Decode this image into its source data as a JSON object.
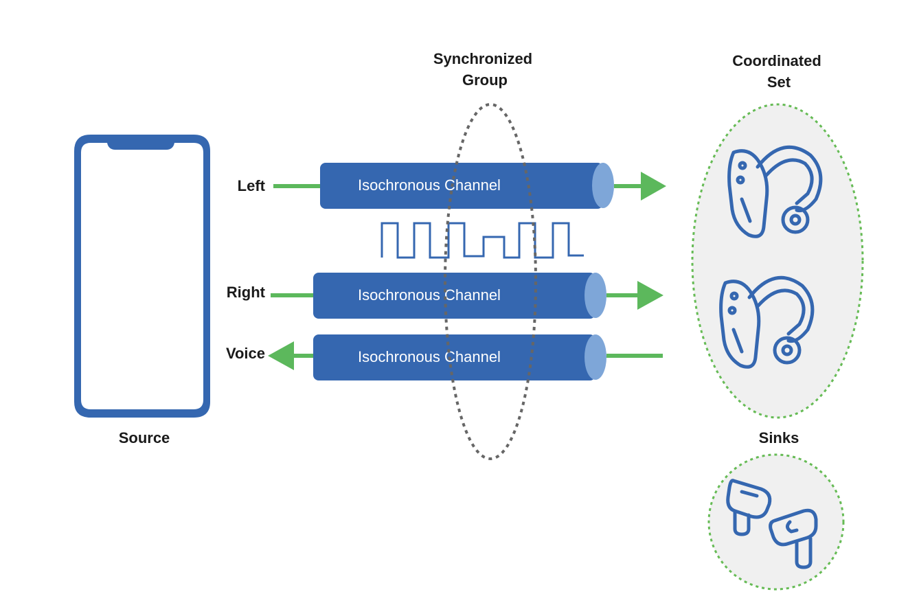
{
  "labels": {
    "source": "Source",
    "synchronized_group_line1": "Synchronized",
    "synchronized_group_line2": "Group",
    "coordinated_set_line1": "Coordinated",
    "coordinated_set_line2": "Set",
    "sinks": "Sinks"
  },
  "channels": [
    {
      "stream": "Left",
      "label": "Isochronous Channel",
      "direction": "to-sink"
    },
    {
      "stream": "Right",
      "label": "Isochronous Channel",
      "direction": "to-sink"
    },
    {
      "stream": "Voice",
      "label": "Isochronous Channel",
      "direction": "to-source"
    }
  ],
  "icons": {
    "source_device": "smartphone-icon",
    "coordinated_set_devices": [
      "hearing-aid-icon",
      "hearing-aid-icon"
    ],
    "sink_device": "earbuds-icon"
  },
  "colors": {
    "channel_blue": "#3567b0",
    "channel_end": "#7ea6d8",
    "arrow_green": "#5cb85c",
    "group_dotted": "#666666",
    "set_dotted": "#66bb55",
    "set_fill": "#f0f0f0"
  }
}
